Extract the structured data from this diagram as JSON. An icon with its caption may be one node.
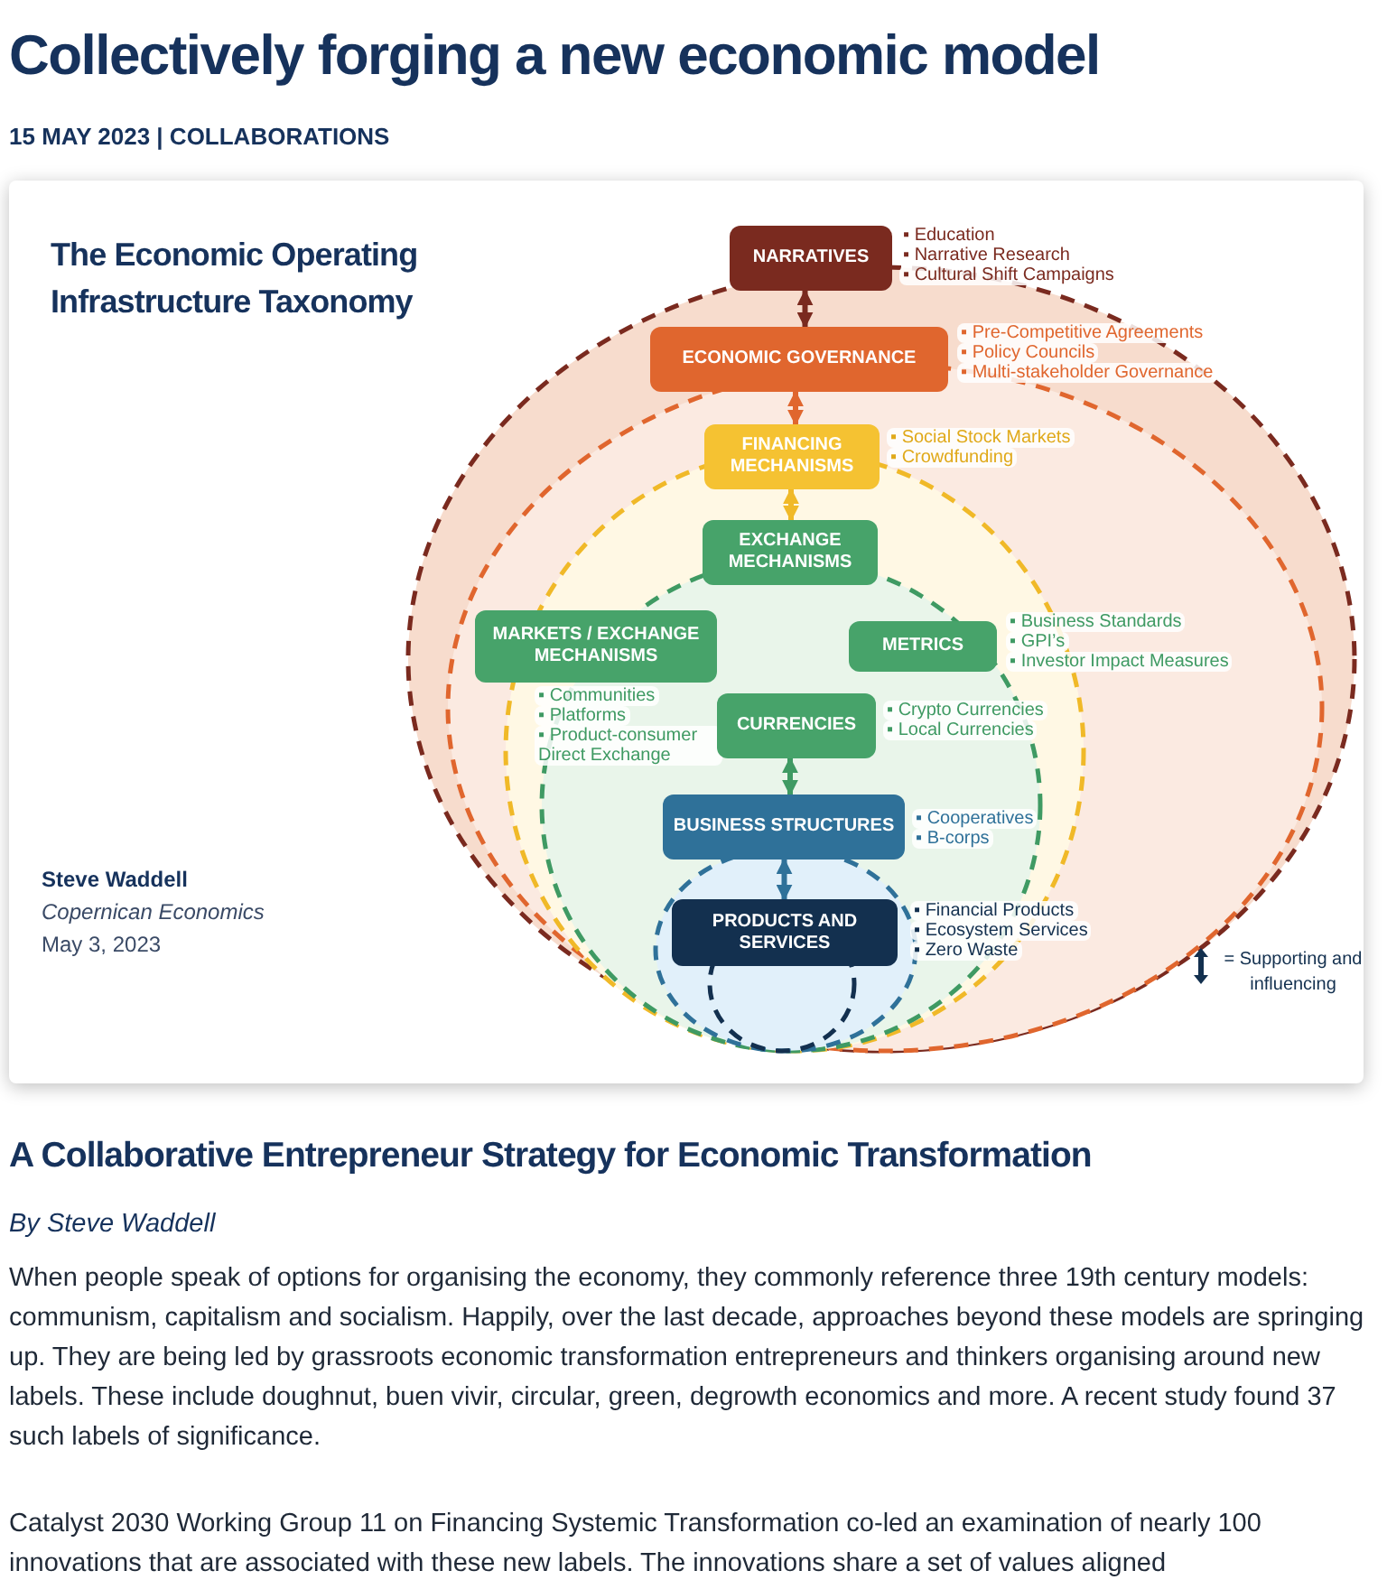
{
  "diagram": {
    "title": "The Economic Operating Infrastructure Taxonomy",
    "nodes": [
      {
        "text": [
          "NARRATIVES"
        ],
        "beside": [
          "▪ Education",
          "▪ Narrative Research",
          "▪ Cultural Shift Campaigns"
        ]
      },
      {
        "text": [
          "ECONOMIC GOVERNANCE"
        ],
        "beside": [
          "▪ Pre-Competitive Agreements",
          "▪ Policy Councils",
          "▪ Multi-stakeholder Governance"
        ]
      },
      {
        "text": [
          "FINANCING MECHANISMS"
        ],
        "beside": [
          "▪ Social Stock Markets",
          "▪ Crowdfunding"
        ]
      },
      {
        "text": [
          "EXCHANGE MECHANISMS"
        ]
      },
      {
        "text": [
          "MARKETS / EXCHANGE MECHANISMS"
        ],
        "beside": [
          "▪ Communities",
          "▪ Platforms",
          "▪ Product-consumer Direct Exchange"
        ]
      },
      {
        "text": [
          "METRICS"
        ],
        "beside": [
          "▪ Business Standards",
          "▪ GPI’s",
          "▪ Investor Impact Measures"
        ]
      },
      {
        "text": [
          "CURRENCIES"
        ],
        "beside": [
          "▪ Crypto Currencies",
          "▪ Local Currencies"
        ]
      },
      {
        "text": [
          "BUSINESS STRUCTURES"
        ],
        "beside": [
          "▪ Cooperatives",
          "▪ B-corps"
        ]
      },
      {
        "text": [
          "PRODUCTS AND SERVICES"
        ],
        "beside": [
          "▪ Financial Products",
          "▪ Ecosystem Services",
          "▪ Zero Waste"
        ]
      }
    ],
    "edges": [
      {
        "from": 0,
        "to": 1,
        "arrow": "both",
        "color": "#7a2a1f"
      },
      {
        "from": 1,
        "to": 2,
        "arrow": "both",
        "color": "#e0662e"
      },
      {
        "from": 2,
        "to": 3,
        "arrow": "both",
        "color": "#f0b928"
      },
      {
        "from": 6,
        "to": 7,
        "arrow": "both",
        "color": "#3f9a63"
      },
      {
        "from": 7,
        "to": 8,
        "arrow": "both",
        "color": "#2f7199"
      }
    ],
    "labels": [
      "Collectively forging a new economic model",
      "15 MAY 2023 | COLLABORATIONS",
      "Steve Waddell",
      "Copernican Economics",
      "May 3, 2023",
      "A Collaborative Entrepreneur Strategy for Economic Transformation",
      "By Steve Waddell",
      "When people speak of options for organising the economy, they commonly reference three 19th century models: communism, capitalism and socialism. Happily, over the last decade, approaches beyond these models are springing up. They are being led by grassroots economic transformation entrepreneurs and thinkers organising around new labels. These include doughnut, buen vivir, circular, green, degrowth economics and more. A recent study found 37 such labels of significance.",
      "Catalyst 2030 Working Group 11 on Financing Systemic Transformation co-led an examination of nearly 100 innovations that are associated with these new labels. The innovations share a set of values aligned"
    ],
    "legend": [
      {
        "text": "= Supporting and influencing"
      }
    ]
  }
}
